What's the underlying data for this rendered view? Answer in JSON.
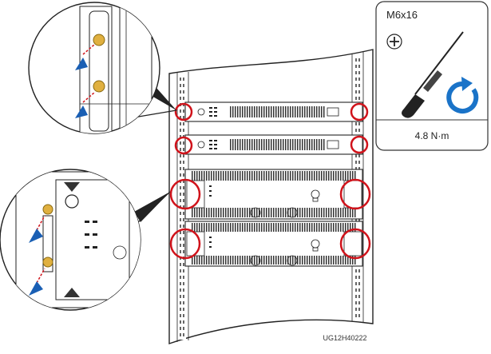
{
  "tool_panel": {
    "screw_spec": "M6x16",
    "torque": "4.8 N·m",
    "screw_head_icon": "phillips-screw-head-icon",
    "tool_icon": "screwdriver-icon",
    "rotation_icon": "clockwise-rotation-icon"
  },
  "figure_code": "UG12H40222",
  "colors": {
    "highlight_ring": "#d0131b",
    "arrow": "#1a5fb4",
    "screw": "#e0b040",
    "rotate_icon": "#1a73c8"
  }
}
